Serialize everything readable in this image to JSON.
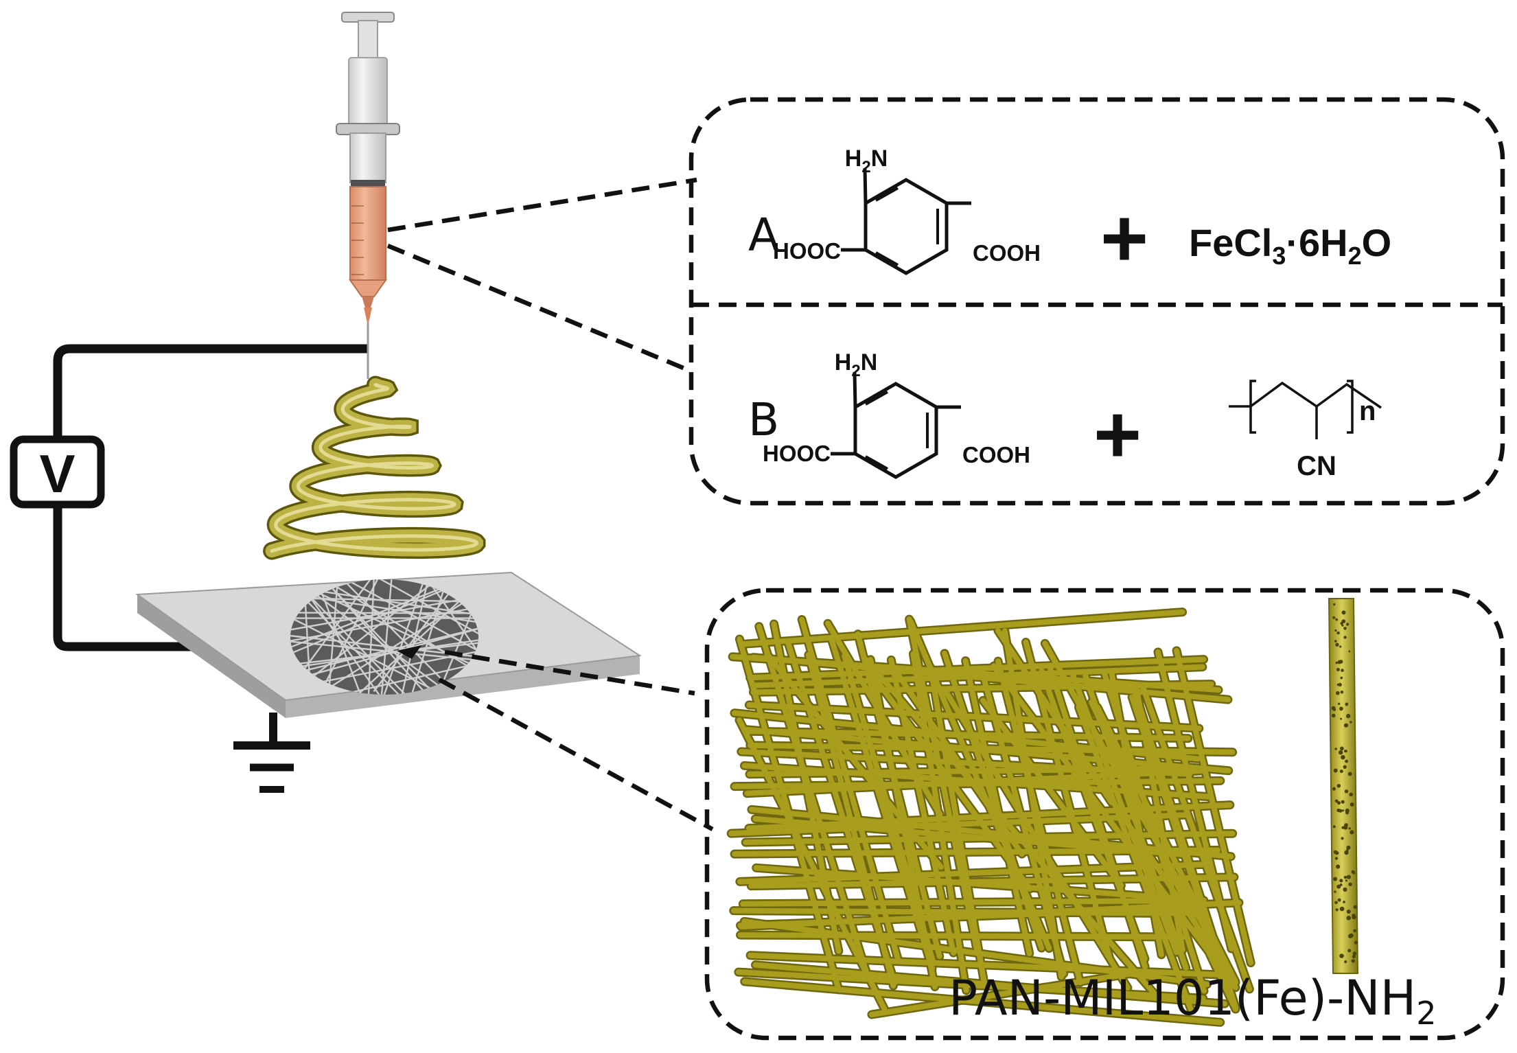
{
  "colors": {
    "fiber": "#a89d1c",
    "fiber_dark": "#6e6710",
    "solution": "#e8a882",
    "needle": "#d9825a",
    "plate_top": "#d7d7d7",
    "plate_side": "#a9a9a9",
    "mat": "#5a5a5a",
    "wire": "#111111"
  },
  "voltage": {
    "label": "V"
  },
  "panel_a": {
    "label": "A",
    "linker": {
      "amine": "H",
      "amine_sub": "2",
      "amine_tail": "N",
      "acid_left": "HOOC",
      "acid_right": "COOH"
    },
    "plus": "+",
    "metal_salt": {
      "p1": "FeCl",
      "s1": "3",
      "p2": "·6H",
      "s2": "2",
      "p3": "O"
    }
  },
  "panel_b": {
    "label": "B",
    "linker": {
      "amine": "H",
      "amine_sub": "2",
      "amine_tail": "N",
      "acid_left": "HOOC",
      "acid_right": "COOH"
    },
    "plus": "+",
    "polymer": {
      "repeat": "n",
      "group": "CN"
    }
  },
  "product": {
    "label_main": "PAN-MIL101(Fe)-NH",
    "label_sub": "2"
  }
}
